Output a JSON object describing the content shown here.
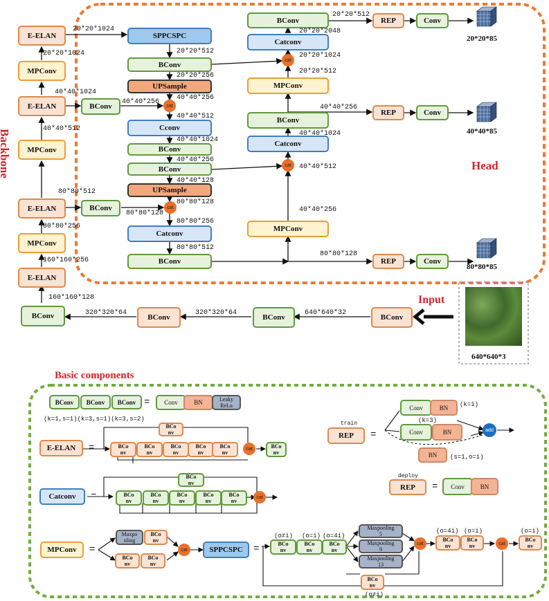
{
  "labels": {
    "backbone": "Backbone",
    "head": "Head",
    "input": "Input",
    "basic": "Basic components",
    "input_size": "640*640*3"
  },
  "backbone": {
    "elan1": "E-ELAN",
    "mp1": "MPConv",
    "elan2": "E-ELAN",
    "mp2": "MPConv",
    "elan3": "E-ELAN",
    "mp3": "MPConv",
    "elan4": "E-ELAN",
    "bconv_left": "BConv"
  },
  "bottom_row": {
    "b1": "BConv",
    "b2": "BConv",
    "b3": "BConv",
    "b4": "BConv"
  },
  "head": {
    "sppcspc": "SPPCSPC",
    "bconv1": "BConv",
    "ups1": "UPSample",
    "cconv": "Cconv",
    "bconv2": "BConv",
    "bconv3": "BConv",
    "ups2": "UPSample",
    "catconv_mid": "Catconv",
    "bconv_low": "BConv",
    "mid_bconv_a": "BConv",
    "mid_bconv_b": "BConv",
    "mpconv_r1": "MPConv",
    "catconv_r1": "Catconv",
    "bconv_r1": "BConv",
    "mpconv_r2": "MPConv",
    "catconv_r2": "Catconv",
    "bconv_r2": "BConv",
    "rep": "REP",
    "conv": "Conv",
    "cat": "cat",
    "add": "add",
    "out1": "20*20*85",
    "out2": "40*40*85",
    "out3": "80*80*85"
  },
  "dims": {
    "d1": "20*20*1024",
    "d2": "20*20*1024",
    "d3": "40*40*1024",
    "d4": "40*40*512",
    "d5": "80*80*512",
    "d6": "80*80*256",
    "d7": "160*160*256",
    "d8": "160*160*128",
    "d9": "320*320*64",
    "d10": "640*640*32",
    "d11": "20*20*512",
    "d12": "20*20*256",
    "d13": "40*40*256",
    "d14": "40*40*512",
    "d15": "40*40*1024",
    "d16": "40*40*256",
    "d17": "40*40*128",
    "d18": "80*80*128",
    "d19": "80*80*128",
    "d20": "80*80*256",
    "d21": "80*80*512",
    "d22": "20*20*512",
    "d23": "20*20*2048",
    "d24": "20*20*1024",
    "d25": "20*20*512",
    "d26": "40*40*256",
    "d27": "40*40*1024",
    "d28": "40*40*512",
    "d29": "40*40*256",
    "d30": "80*80*128"
  },
  "components": {
    "bconv": "BConv",
    "conv": "Conv",
    "bn": "BN",
    "leaky1": "Leaky",
    "leaky2": "ReLu",
    "ks": "(k=1,s=1)(k=3,s=1)(k=3,s=2)",
    "eelan": "E-ELAN",
    "catconv": "Catconv",
    "mpconv": "MPConv",
    "sppcspc": "SPPCSPC",
    "bco1": "BCo",
    "bco2": "nv",
    "maxpool1": "Maxpo",
    "maxpool2": "oling",
    "mp5a": "Maxpooling",
    "mp5b": "5",
    "mp9b": "9",
    "mp13b": "13",
    "rep": "REP",
    "train": "train",
    "deploy": "deploy",
    "k1": "(k=1)",
    "k3": "(k=3)",
    "s1oi": "(s=1,o=i)",
    "o_ne_i": "(o≠i)",
    "o_eq_i": "(o=i)",
    "o_4i": "(o=4i)",
    "eq": "="
  }
}
